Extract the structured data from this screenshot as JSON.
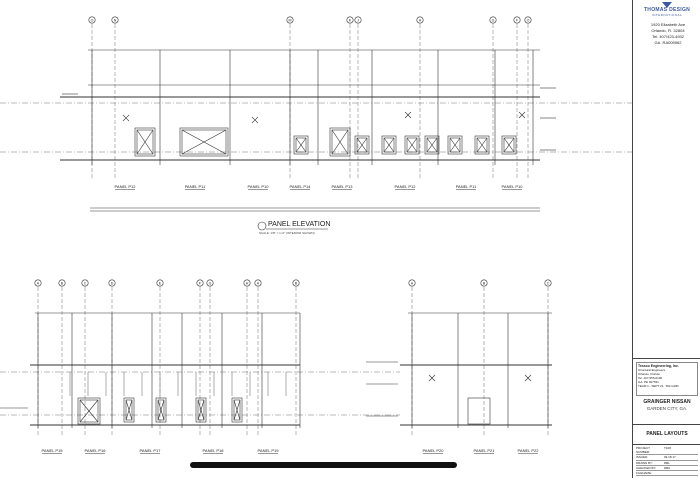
{
  "firm": {
    "name": "THOMAS DESIGN",
    "subtitle": "INTERNATIONAL",
    "address_line1": "1920 Elizabeth Ave",
    "address_line2": "Orlando, Fl. 32804",
    "phone": "Tel. 407/423-4932",
    "license": "GA. RA009962"
  },
  "engineer": {
    "name": "Tessco Engineering, Inc.",
    "details": [
      "Structural Engineers",
      "Orlando, Florida",
      "Tel. 407-555-0100",
      "GA. PE 027531"
    ],
    "footer": "TEAM 1 - SEPT 21, 'ISS GWD"
  },
  "project": {
    "name": "GRAINGER NISSAN",
    "location": "GARDEN CITY, GA."
  },
  "sheet_title": "PANEL LAYOUTS",
  "info_rows": [
    {
      "label": "PROJECT NUMBER:",
      "value": "T108"
    },
    {
      "label": "ISSUED:",
      "value": "09.18.17"
    },
    {
      "label": "DRAWN BY:",
      "value": "DBL"
    },
    {
      "label": "CHECKED BY:",
      "value": "DBA"
    },
    {
      "label": "FILENAME:",
      "value": ""
    }
  ],
  "elevation_title": "PANEL ELEVATION",
  "elevation_note": "SCALE: 1/8\" = 1'-0\" (INTERIOR SHOWN)",
  "top_grid_labels": [
    "O",
    "N",
    "M",
    "K",
    "J",
    "H",
    "G",
    "F"
  ],
  "upper_panels": [
    "PANEL P12",
    "PANEL P11",
    "PANEL P10",
    "PANEL P14",
    "PANEL P13",
    "PANEL P12",
    "PANEL P11",
    "PANEL P10"
  ],
  "lower_left_grid_labels": [
    "A",
    "B",
    "C",
    "D",
    "E",
    "F",
    "G",
    "H"
  ],
  "lower_left_panels": [
    "PANEL P15",
    "PANEL P16",
    "PANEL P17",
    "PANEL P18",
    "PANEL P19"
  ],
  "lower_right_grid_labels": [
    "A",
    "B",
    "C"
  ],
  "lower_right_panels": [
    "PANEL P20",
    "PANEL P21",
    "PANEL P22"
  ]
}
